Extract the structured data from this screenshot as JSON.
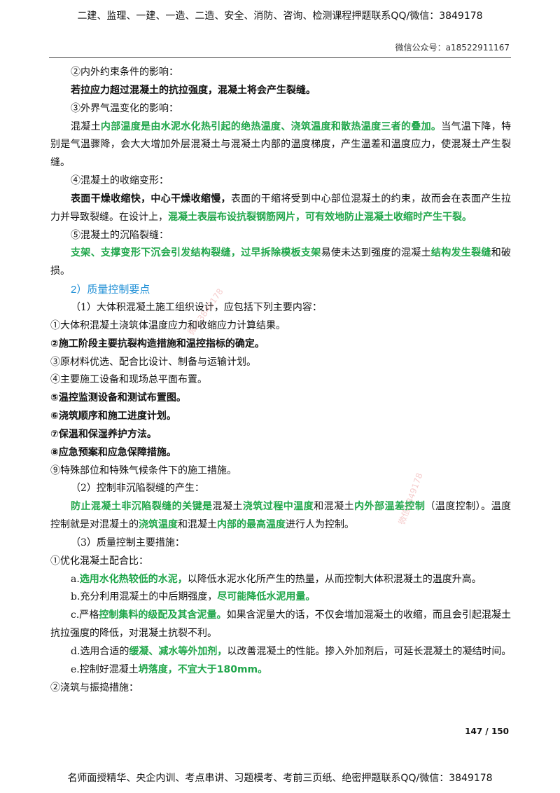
{
  "header": {
    "title": "二建、监理、一建、一造、二造、安全、消防、咨询、检测课程押题联系QQ/微信：3849178",
    "subtitle": "微信公众号：a18522911167"
  },
  "colors": {
    "text": "#111111",
    "emphasis_green": "#1fa64a",
    "heading_blue": "#1f8fd6"
  },
  "body": {
    "lines": [
      {
        "segments": [
          {
            "plain": "②内外约束条件的影响："
          }
        ]
      },
      {
        "segments": [
          {
            "bold": "若拉应力超过混凝土的抗拉强度，混凝土将会产生裂缝。"
          }
        ]
      },
      {
        "segments": [
          {
            "plain": "③外界气温变化的影响："
          }
        ]
      },
      {
        "segments": [
          {
            "plain": "混凝土"
          },
          {
            "green": "内部温度是由水泥水化热引起的绝热温度、浇筑温度和散热温度三者的叠加。"
          },
          {
            "plain": "当气温下降，特"
          }
        ]
      },
      {
        "segments": [
          {
            "plain": "别是气温骤降，会大大增加外层混凝土与混凝土内部的温度梯度，产生温差和温度应力，使混凝土产生裂"
          }
        ]
      },
      {
        "segments": [
          {
            "plain": "缝。"
          }
        ]
      },
      {
        "segments": [
          {
            "plain": "④混凝土的收缩变形："
          }
        ]
      },
      {
        "segments": [
          {
            "bold": "表面干燥收缩快，中心干燥收缩慢，"
          },
          {
            "plain": "表面的干缩将受到中心部位混凝土的约束，故而会在表面产生拉应"
          }
        ]
      },
      {
        "segments": [
          {
            "plain": "力并导致裂缝。在设计上，"
          },
          {
            "green": "混凝土表层布设抗裂钢筋网片，可有效地防止混凝土收缩时产生干裂。"
          }
        ]
      },
      {
        "segments": [
          {
            "plain": "⑤混凝土的沉陷裂缝："
          }
        ]
      },
      {
        "segments": [
          {
            "green": "支架、支撑变形下沉会引发结构裂缝，过早拆除模板支架"
          },
          {
            "plain": "易使未达到强度的混凝土"
          },
          {
            "green": "结构发生裂缝"
          },
          {
            "plain": "和破"
          }
        ]
      },
      {
        "segments": [
          {
            "plain": "损。"
          }
        ]
      },
      {
        "segments": [
          {
            "heading": "2）质量控制要点"
          }
        ]
      },
      {
        "segments": [
          {
            "plain": "（1）大体积混凝土施工组织设计，应包括下列主要内容："
          }
        ]
      },
      {
        "segments": [
          {
            "plain": "①大体积混凝土浇筑体温度应力和收缩应力计算结果。"
          }
        ]
      },
      {
        "segments": [
          {
            "bold": "②施工阶段主要抗裂构造措施和温控指标的确定。"
          }
        ]
      },
      {
        "segments": [
          {
            "plain": "③原材料优选、配合比设计、制备与运输计划。"
          }
        ]
      },
      {
        "segments": [
          {
            "plain": "④主要施工设备和现场总平面布置。"
          }
        ]
      },
      {
        "segments": [
          {
            "bold": "⑤温控监测设备和测试布置图。"
          }
        ]
      },
      {
        "segments": [
          {
            "bold": "⑥浇筑顺序和施工进度计划。"
          }
        ]
      },
      {
        "segments": [
          {
            "bold": "⑦保温和保湿养护方法。"
          }
        ]
      },
      {
        "segments": [
          {
            "bold": "⑧应急预案和应急保障措施。"
          }
        ]
      },
      {
        "segments": [
          {
            "plain": "⑨特殊部位和特殊气候条件下的施工措施。"
          }
        ]
      },
      {
        "segments": [
          {
            "plain": "（2）控制非沉陷裂缝的产生："
          }
        ]
      },
      {
        "segments": [
          {
            "green": "防止混凝土非沉陷裂缝的关键是"
          },
          {
            "plain": "混凝土"
          },
          {
            "green": "浇筑过程中温度"
          },
          {
            "plain": "和混凝土"
          },
          {
            "green": "内外部温差控制"
          },
          {
            "plain": "（温度控制）。温度"
          }
        ]
      },
      {
        "segments": [
          {
            "plain": "控制就是对混凝土的"
          },
          {
            "green": "浇筑温度"
          },
          {
            "plain": "和混凝土"
          },
          {
            "green": "内部的最高温度"
          },
          {
            "plain": "进行人为控制。"
          }
        ]
      },
      {
        "segments": [
          {
            "plain": "（3）质量控制主要措施："
          }
        ]
      },
      {
        "segments": [
          {
            "plain": "①优化混凝土配合比："
          }
        ]
      },
      {
        "segments": [
          {
            "plain": "a."
          },
          {
            "green": "选用水化热较低的水泥，"
          },
          {
            "plain": "以降低水泥水化所产生的热量，从而控制大体积混凝土的温度升高。"
          }
        ]
      },
      {
        "segments": [
          {
            "plain": "b.充分利用混凝土的中后期强度，"
          },
          {
            "green": "尽可能降低水泥用量。"
          }
        ]
      },
      {
        "segments": [
          {
            "plain": "c.严格"
          },
          {
            "green": "控制集料的级配及其含泥量。"
          },
          {
            "plain": "如果含泥量大的话，不仅会增加混凝土的收缩，而且会引起混凝土"
          }
        ]
      },
      {
        "segments": [
          {
            "plain": "抗拉强度的降低，对混凝土抗裂不利。"
          }
        ]
      },
      {
        "segments": [
          {
            "plain": "d.选用合适的"
          },
          {
            "green": "缓凝、减水等外加剂，"
          },
          {
            "plain": "以改善混凝土的性能。掺入外加剂后，可延长混凝土的凝结时间。"
          }
        ]
      },
      {
        "segments": [
          {
            "plain": "e.控制好混凝土"
          },
          {
            "green": "坍落度，不宜大于180mm。"
          }
        ]
      },
      {
        "segments": [
          {
            "plain": "②浇筑与振捣措施："
          }
        ]
      }
    ]
  },
  "watermark": "微信3849178",
  "page_number": "147 / 150",
  "footer": "名师面授精华、央企内训、考点串讲、习题模考、考前三页纸、绝密押题联系QQ/微信：3849178"
}
